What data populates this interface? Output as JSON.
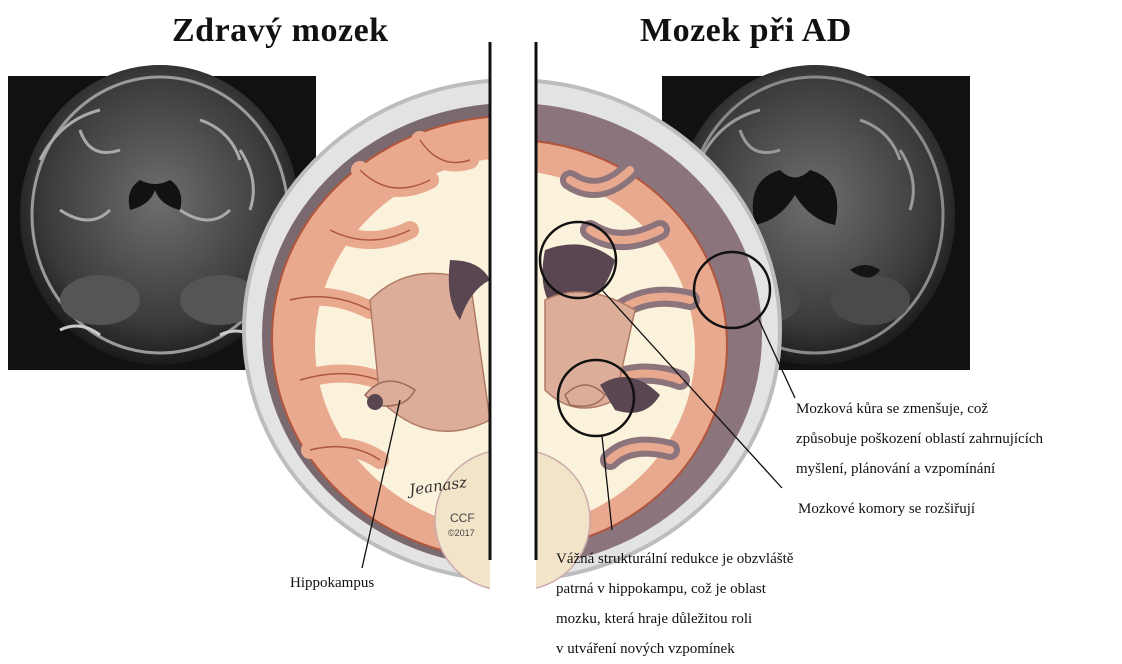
{
  "titles": {
    "healthy": "Zdravý mozek",
    "ad": "Mozek při AD"
  },
  "labels": {
    "hippocampus": "Hippokampus",
    "cortex_lines": [
      "Mozková kůra se zmenšuje, což",
      "způsobuje poškození oblastí zahrnujících",
      "myšlení, plánování a vzpomínání"
    ],
    "ventricles": "Mozkové komory se rozšiřují",
    "hippocampus_reduction_lines": [
      "Vážná strukturální redukce je obzvláště",
      "patrná v hippokampu, což je oblast",
      "mozku, která hraje důležitou roli",
      "v utváření nových vzpomínek"
    ]
  },
  "signature": {
    "artist": "Jeanasz",
    "org": "CCF",
    "year": "©2017"
  },
  "colors": {
    "cortex_gray": "#e8a98f",
    "white_matter": "#fbf2dc",
    "deep_nuclei": "#dcae99",
    "skull": "#dcdcdc",
    "ventricle": "#5a4650",
    "atrophy_fluid": "#8c747c",
    "mri_dark": "#1a1a1a"
  }
}
